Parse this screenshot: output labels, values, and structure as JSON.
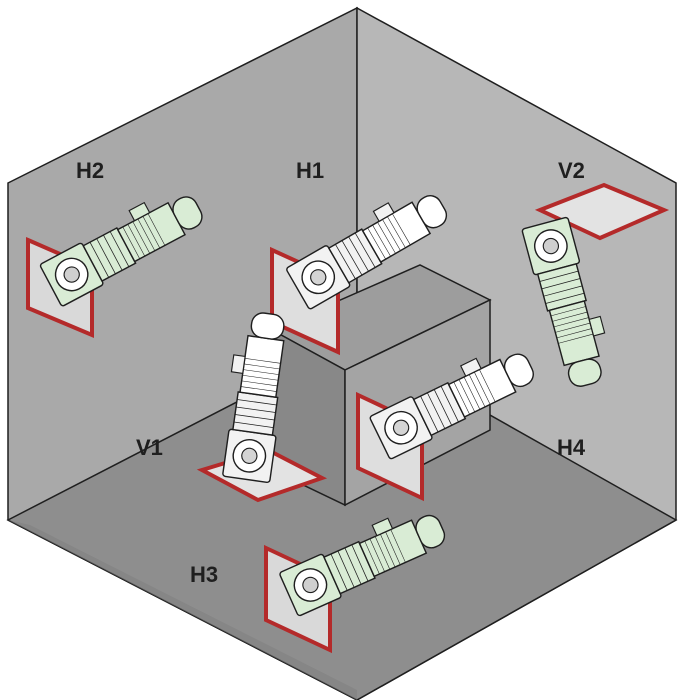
{
  "labels": {
    "h1": "H1",
    "h2": "H2",
    "h3": "H3",
    "h4": "H4",
    "v1": "V1",
    "v2": "V2"
  },
  "colors": {
    "wall_left": "#a9a9a9",
    "wall_right": "#b7b7b7",
    "floor": "#8e8e8e",
    "cube_top": "#9d9d9d",
    "cube_left": "#888888",
    "cube_right": "#a4a4a4",
    "motor_green": "#d9ecd5",
    "housing_white": "#f2f2f2",
    "flange_red": "#b42a2a",
    "outline": "#1f1f1f"
  },
  "icons": {
    "gearmotor": "helical-worm-gearmotor-icon"
  }
}
